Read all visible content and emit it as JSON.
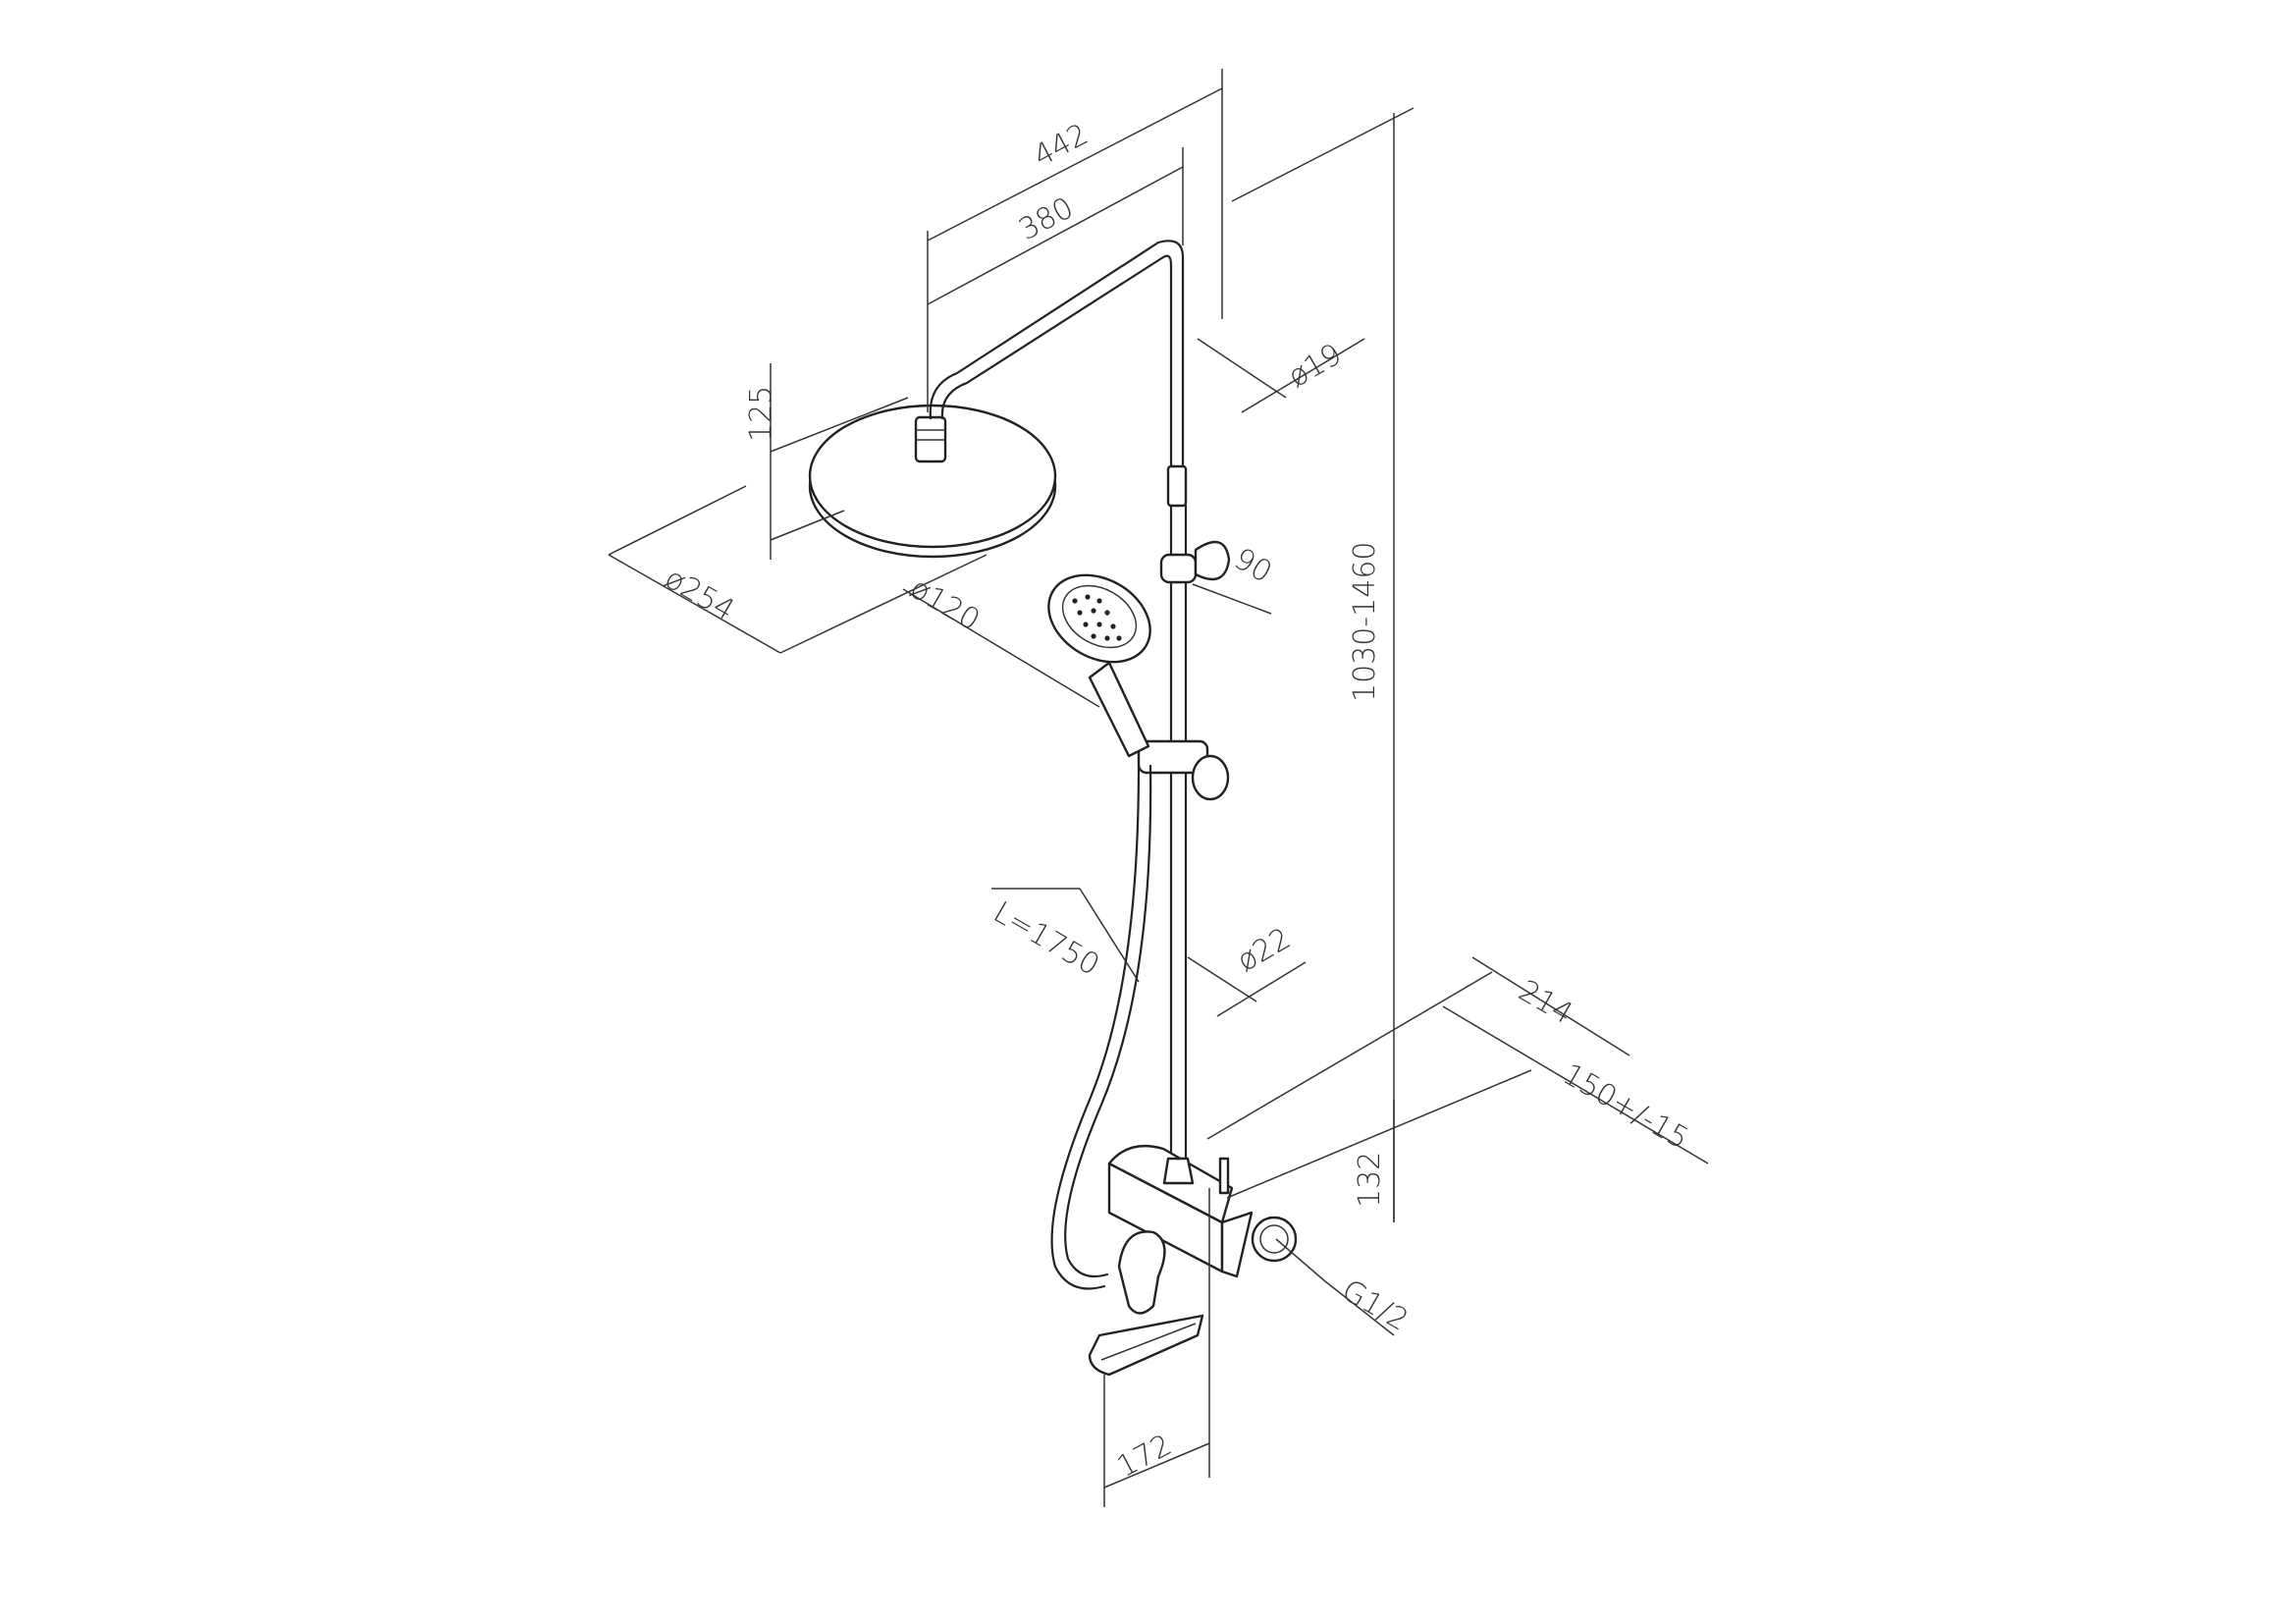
{
  "drawing": {
    "background": "#ffffff",
    "line_color": "#222222",
    "dimensions": {
      "overall_width": "442",
      "arm_length": "380",
      "head_height": "125",
      "head_diameter": "ø254",
      "handshower_diameter": "ø120",
      "pipe_upper_diameter": "ø19",
      "pipe_lower_diameter": "ø22",
      "slide_offset": "90",
      "total_height": "1030-1460",
      "hose_length": "L=1750",
      "wall_depth": "214",
      "inlet_spacing": "150+/-15",
      "mixer_height": "132",
      "thread": "G1/2",
      "spout_length": "172"
    }
  }
}
